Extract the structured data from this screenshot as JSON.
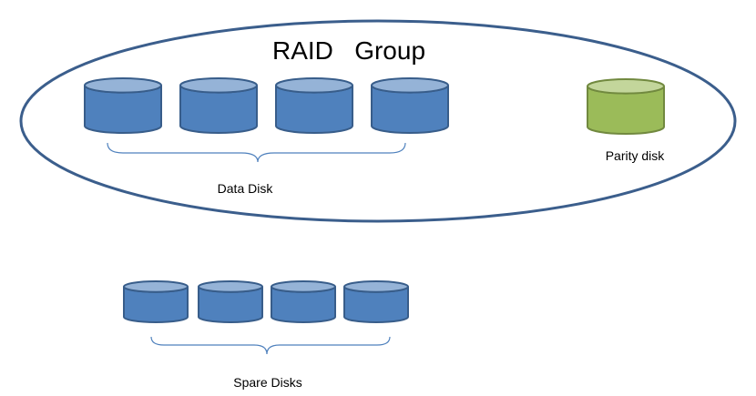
{
  "raid_group": {
    "title": "RAID   Group",
    "data_disks": {
      "label": "Data Disk",
      "count": 4
    },
    "parity_disk": {
      "label": "Parity disk"
    }
  },
  "spare_disks": {
    "label": "Spare Disks",
    "count": 4
  },
  "colors": {
    "outline": "#3b5e8c",
    "data_disk_body": "#4f81bd",
    "data_disk_top": "#95b3d7",
    "data_disk_stroke": "#385d8a",
    "parity_disk_body": "#9bbb59",
    "parity_disk_top": "#c3d69b",
    "parity_disk_stroke": "#71893f",
    "brace": "#4f81bd"
  },
  "icons": {
    "disk": "cylinder-disk-icon"
  }
}
